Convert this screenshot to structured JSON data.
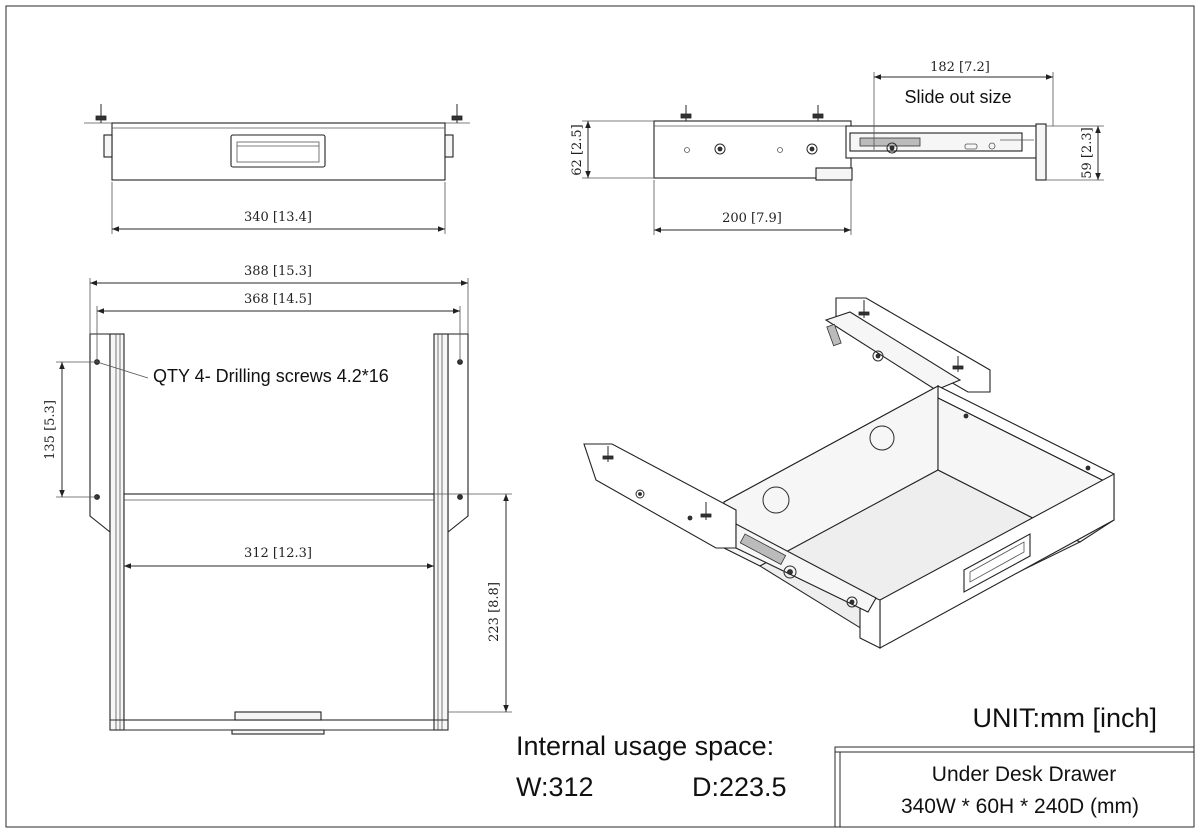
{
  "dimensions": {
    "front_width": "340 [13.4]",
    "side_slide_out": "182 [7.2]",
    "side_slide_out_label": "Slide out size",
    "side_height_left": "62 [2.5]",
    "side_height_right": "59 [2.3]",
    "side_depth": "200 [7.9]",
    "top_outer_width": "388 [15.3]",
    "top_inner_width": "368 [14.5]",
    "top_screw_spacing": "135 [5.3]",
    "top_drawer_width": "312 [12.3]",
    "top_drawer_depth": "223 [8.8]"
  },
  "notes": {
    "screws": "QTY 4- Drilling screws 4.2*16",
    "unit": "UNIT:mm [inch]",
    "internal_title": "Internal usage space:",
    "internal_width": "W:312",
    "internal_depth": "D:223.5"
  },
  "title_block": {
    "name": "Under Desk Drawer",
    "size": "340W * 60H * 240D (mm)"
  }
}
